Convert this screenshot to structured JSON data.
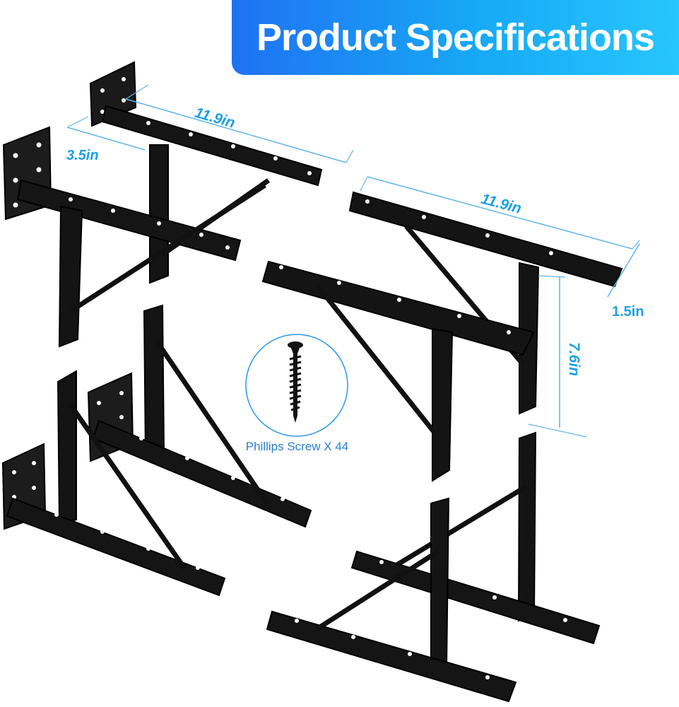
{
  "banner": {
    "title": "Product Specifications"
  },
  "dimensions": {
    "length_top_left": "11.9in",
    "width_left": "3.5in",
    "length_right": "11.9in",
    "thickness_right": "1.5in",
    "height_right": "7.6in"
  },
  "screw": {
    "label": "Phillips Screw X 44",
    "icon": "screw-icon"
  },
  "colors": {
    "accent": "#1ea0e6",
    "bracket": "#111111",
    "banner_start": "#1f72f3",
    "banner_end": "#27c6ff"
  }
}
